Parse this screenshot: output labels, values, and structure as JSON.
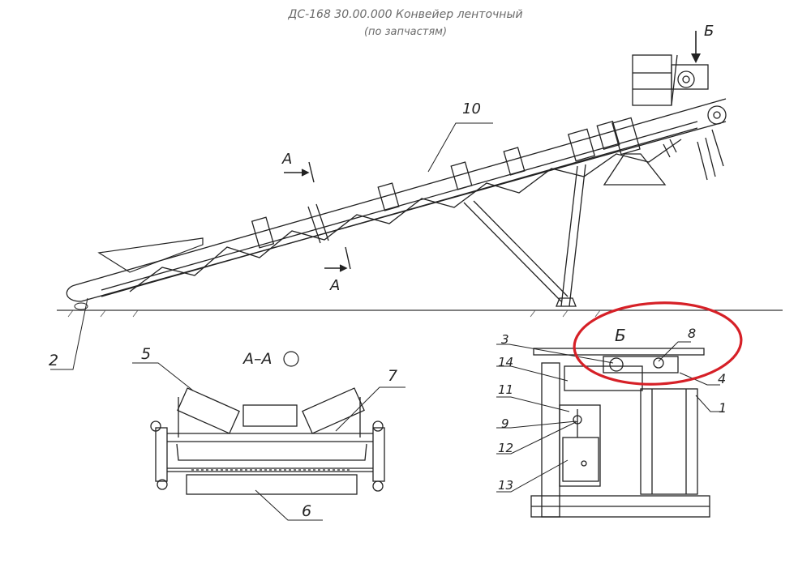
{
  "title": {
    "line1": "ДС-168 30.00.000 Конвейер ленточный",
    "line2": "(по запчастям)"
  },
  "labels": {
    "p1": "1",
    "p2": "2",
    "p3": "3",
    "p4": "4",
    "p5": "5",
    "p6": "6",
    "p7": "7",
    "p8": "8",
    "p9": "9",
    "p10": "10",
    "p11": "11",
    "p12": "12",
    "p13": "13",
    "p14": "14",
    "section_a_top": "А",
    "section_a_bottom": "А",
    "view_b_arrow": "Б",
    "view_b_title": "Б",
    "section_aa_title": "А–А"
  },
  "colors": {
    "line": "#222222",
    "ink_light": "#6b6b6b",
    "highlight": "#d62027"
  }
}
